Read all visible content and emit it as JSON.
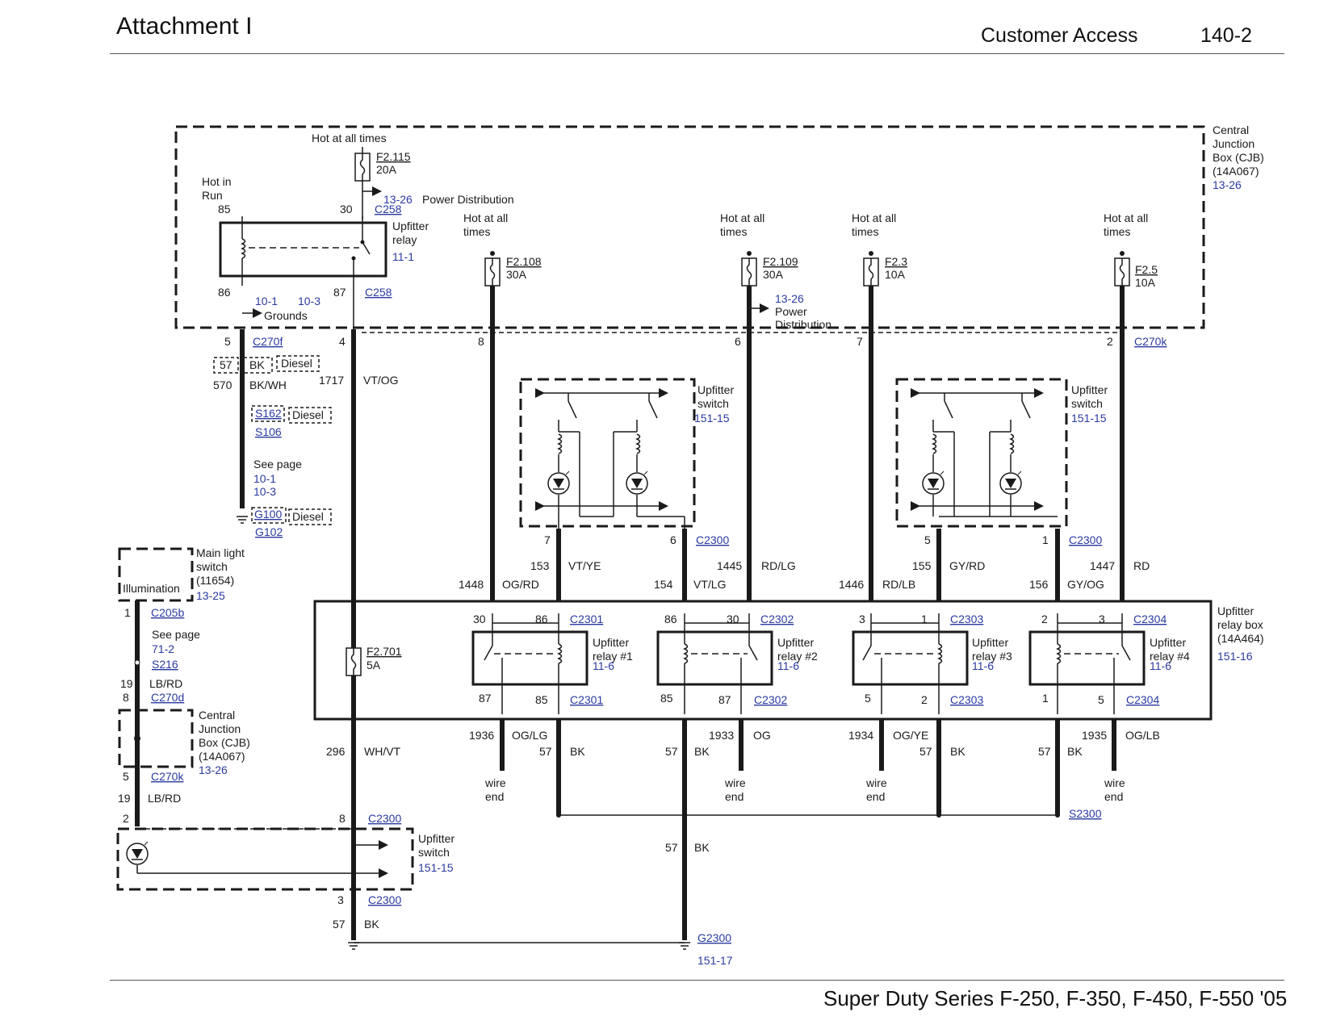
{
  "header": {
    "title": "Attachment I",
    "section": "Customer Access",
    "page": "140-2"
  },
  "footer": "Super Duty Series F-250, F-350, F-450, F-550 '05",
  "cjb": {
    "label": [
      "Central",
      "Junction",
      "Box (CJB)",
      "(14A067)"
    ],
    "ref": "13-26",
    "hot_at_all_times": "Hot at all times",
    "hot_in_run": [
      "Hot in",
      "Run"
    ],
    "f2115": [
      "F2.115",
      "20A"
    ],
    "pd_ref": "13-26",
    "pd_label": "Power Distribution",
    "relay_label": [
      "Upfitter",
      "relay"
    ],
    "relay_ref": "11-1",
    "pin85": "85",
    "pin30": "30",
    "pin86": "86",
    "pin87": "87",
    "c258_top": "C258",
    "c258_bot": "C258",
    "gnd_refs": [
      "10-1",
      "10-3"
    ],
    "grounds": "Grounds",
    "hot_all_2": [
      "Hot at all",
      "times"
    ],
    "f2108": [
      "F2.108",
      "30A"
    ],
    "f2109": [
      "F2.109",
      "30A"
    ],
    "pd2_ref": "13-26",
    "pd2_label": [
      "Power",
      "Distribution"
    ],
    "f23": [
      "F2.3",
      "10A"
    ],
    "f25": [
      "F2.5",
      "10A"
    ]
  },
  "connectors": {
    "c270f": "C270f",
    "c270k": "C270k",
    "pins": [
      "5",
      "4",
      "8",
      "6",
      "7",
      "2"
    ]
  },
  "left_branch": {
    "diesel_tag": [
      "57",
      "BK",
      "Diesel"
    ],
    "w570": "570",
    "bkwh": "BK/WH",
    "w1717": "1717",
    "vtog": "VT/OG",
    "s162": "S162",
    "s106": "S106",
    "diesel2": "Diesel",
    "see_page": "See page",
    "see_refs": [
      "10-1",
      "10-3"
    ],
    "g100": "G100",
    "g102": "G102",
    "diesel3": "Diesel"
  },
  "switch_a": {
    "label": [
      "Upfitter",
      "switch"
    ],
    "ref": "151-15",
    "pin_l": "7",
    "pin_r": "6",
    "conn": "C2300"
  },
  "switch_b": {
    "label": [
      "Upfitter",
      "switch"
    ],
    "ref": "151-15",
    "pin_l": "5",
    "pin_r": "1",
    "conn": "C2300"
  },
  "wires_top": [
    {
      "num": "1448",
      "color": "OG/RD"
    },
    {
      "num": "153",
      "color": "VT/YE"
    },
    {
      "num": "154",
      "color": "VT/LG"
    },
    {
      "num": "1445",
      "color": "RD/LG"
    },
    {
      "num": "1446",
      "color": "RD/LB"
    },
    {
      "num": "155",
      "color": "GY/RD"
    },
    {
      "num": "156",
      "color": "GY/OG"
    },
    {
      "num": "1447",
      "color": "RD"
    }
  ],
  "relay_box": {
    "label": [
      "Upfitter",
      "relay box",
      "(14A464)"
    ],
    "ref": "151-16",
    "f2701": [
      "F2.701",
      "5A"
    ],
    "relays": [
      {
        "name": [
          "Upfitter",
          "relay #1"
        ],
        "ref": "11-6",
        "pins_top": [
          "30",
          "86"
        ],
        "conn_top": "C2301",
        "pins_bot": [
          "87",
          "85"
        ],
        "conn_bot": "C2301"
      },
      {
        "name": [
          "Upfitter",
          "relay #2"
        ],
        "ref": "11-6",
        "pins_top": [
          "86",
          "30"
        ],
        "conn_top": "C2302",
        "pins_bot": [
          "85",
          "87"
        ],
        "conn_bot": "C2302"
      },
      {
        "name": [
          "Upfitter",
          "relay #3"
        ],
        "ref": "11-6",
        "pins_top": [
          "3",
          "1"
        ],
        "conn_top": "C2303",
        "pins_bot": [
          "5",
          "2"
        ],
        "conn_bot": "C2303"
      },
      {
        "name": [
          "Upfitter",
          "relay #4"
        ],
        "ref": "11-6",
        "pins_top": [
          "2",
          "3"
        ],
        "conn_top": "C2304",
        "pins_bot": [
          "1",
          "5"
        ],
        "conn_bot": "C2304"
      }
    ]
  },
  "wires_bottom": [
    {
      "num": "1936",
      "color": "OG/LG"
    },
    {
      "num": "57",
      "color": "BK"
    },
    {
      "num": "57",
      "color": "BK"
    },
    {
      "num": "1933",
      "color": "OG"
    },
    {
      "num": "1934",
      "color": "OG/YE"
    },
    {
      "num": "57",
      "color": "BK"
    },
    {
      "num": "57",
      "color": "BK"
    },
    {
      "num": "1935",
      "color": "OG/LB"
    }
  ],
  "wire_end": [
    "wire",
    "end"
  ],
  "w296": "296",
  "whvt": "WH/VT",
  "s2300": "S2300",
  "center_gnd": {
    "num": "57",
    "color": "BK",
    "g2300": "G2300",
    "ref": "151-17"
  },
  "main_light": {
    "label": [
      "Main light",
      "switch",
      "(11654)"
    ],
    "ref": "13-25",
    "illum": "Illumination",
    "pin1": "1",
    "c205b": "C205b",
    "see_page": "See page",
    "ref2": "71-2",
    "s216": "S216",
    "w19": "19",
    "lbrd": "LB/RD",
    "pin8": "8",
    "c270d": "C270d"
  },
  "cjb2": {
    "label": [
      "Central",
      "Junction",
      "Box (CJB)",
      "(14A067)"
    ],
    "ref": "13-26",
    "pin5": "5",
    "c270k": "C270k",
    "w19": "19",
    "lbrd": "LB/RD"
  },
  "bottom_switch": {
    "label": [
      "Upfitter",
      "switch"
    ],
    "ref": "151-15",
    "pin2": "2",
    "pin8": "8",
    "conn_top": "C2300",
    "pin3": "3",
    "conn_bot": "C2300",
    "w57": "57",
    "bk": "BK"
  }
}
